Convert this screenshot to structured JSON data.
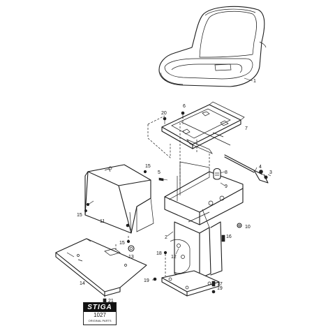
{
  "diagram": {
    "callouts": [
      "1",
      "2",
      "3",
      "4",
      "5",
      "6",
      "7",
      "8",
      "9",
      "10",
      "11",
      "12",
      "13",
      "14",
      "15",
      "15",
      "15",
      "16",
      "17",
      "18",
      "19",
      "19",
      "20",
      "21"
    ],
    "logo": {
      "brand": "STIGA",
      "code": "1027",
      "sub": "ORIGINAL PARTS"
    }
  }
}
